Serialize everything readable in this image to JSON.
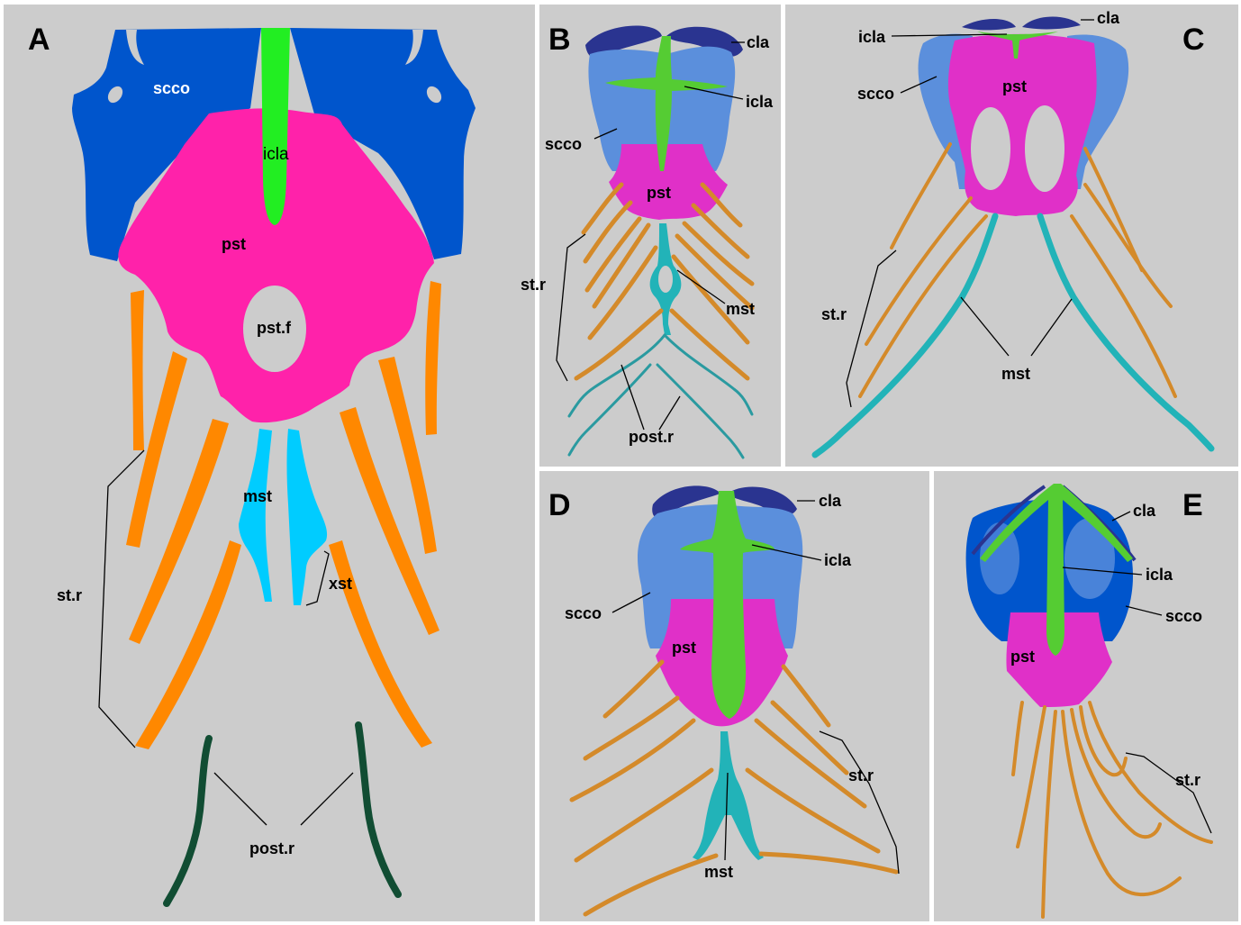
{
  "panels": {
    "A": {
      "letter": "A",
      "labels": {
        "scco": "scco",
        "icla": "icla",
        "pst": "pst",
        "pst_f": "pst.f",
        "mst": "mst",
        "xst": "xst",
        "st_r": "st.r",
        "post_r": "post.r"
      }
    },
    "B": {
      "letter": "B",
      "labels": {
        "cla": "cla",
        "icla": "icla",
        "scco": "scco",
        "pst": "pst",
        "mst": "mst",
        "st_r": "st.r",
        "post_r": "post.r"
      }
    },
    "C": {
      "letter": "C",
      "labels": {
        "cla": "cla",
        "icla": "icla",
        "scco": "scco",
        "pst": "pst",
        "st_r": "st.r",
        "mst": "mst"
      }
    },
    "D": {
      "letter": "D",
      "labels": {
        "cla": "cla",
        "icla": "icla",
        "scco": "scco",
        "pst": "pst",
        "st_r": "st.r",
        "mst": "mst"
      }
    },
    "E": {
      "letter": "E",
      "labels": {
        "cla": "cla",
        "icla": "icla",
        "scco": "scco",
        "pst": "pst",
        "st_r": "st.r"
      }
    }
  },
  "colors": {
    "background": "#cccccc",
    "border": "#ffffff",
    "scapulocoracoid": "#0055cc",
    "scapulocoracoid_render": "#5b8fdc",
    "interclavicle": "#22ee22",
    "interclavicle_render": "#55cc33",
    "clavicle": "#2a3490",
    "parasternum": "#ff22aa",
    "parasternum_render": "#e030c8",
    "mesosternum": "#00ccff",
    "mesosternum_render": "#22b3b8",
    "sternal_rib": "#ff8800",
    "sternal_rib_render": "#d48a2a",
    "post_rib": "#114d33",
    "post_rib_render": "#2a9aa0"
  }
}
